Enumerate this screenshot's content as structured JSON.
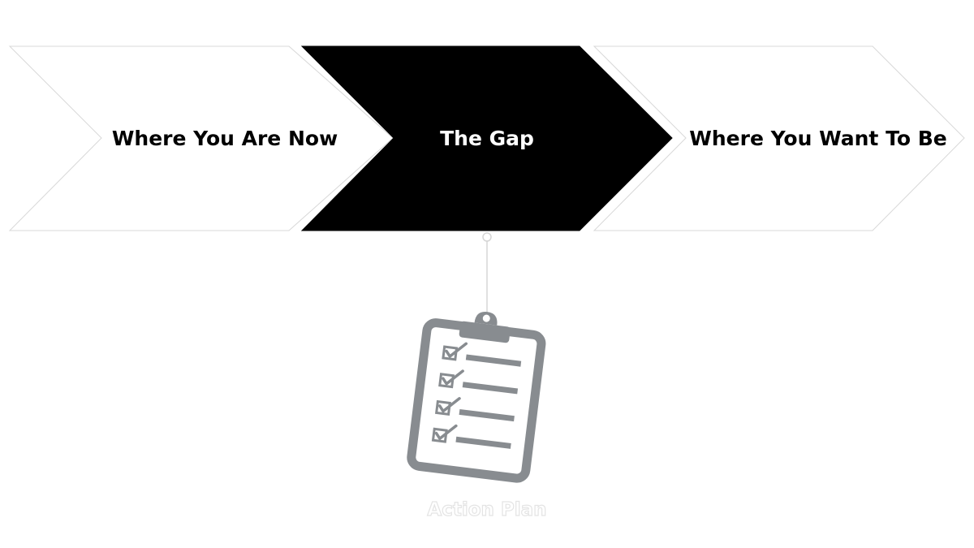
{
  "stages": [
    {
      "label": "Where You Are Now",
      "fill": "#ffffff",
      "text_color": "#000000",
      "outline": "#d8d8d8",
      "highlighted": false
    },
    {
      "label": "The Gap",
      "fill": "#000000",
      "text_color": "#ffffff",
      "outline": "#000000",
      "highlighted": true
    },
    {
      "label": "Where You Want To Be",
      "fill": "#ffffff",
      "text_color": "#000000",
      "outline": "#d8d8d8",
      "highlighted": false
    }
  ],
  "action_plan": {
    "label": "Action Plan",
    "icon": "clipboard-checklist-icon",
    "icon_color": "#888c90",
    "label_color": "#ffffff",
    "label_outline": "#e4e4e4",
    "connector_color": "#d6d6d6"
  }
}
